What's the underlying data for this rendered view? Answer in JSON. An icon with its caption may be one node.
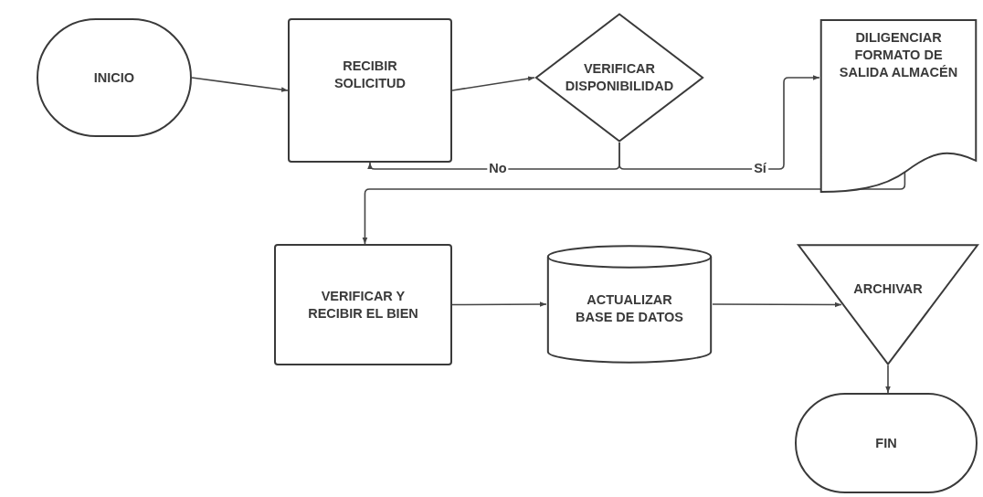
{
  "diagram": {
    "nodes": [
      {
        "text": [
          "INICIO"
        ]
      },
      {
        "text": [
          "RECIBIR SOLICITUD"
        ]
      },
      {
        "text": [
          "VERIFICAR DISPONIBILIDAD"
        ]
      },
      {
        "text": [
          "DILIGENCIAR FORMATO DE SALIDA ALMACÉN"
        ]
      },
      {
        "text": [
          "VERIFICAR Y RECIBIR EL BIEN"
        ]
      },
      {
        "text": [
          "ACTUALIZAR BASE DE DATOS"
        ]
      },
      {
        "text": [
          "ARCHIVAR"
        ]
      },
      {
        "text": [
          "FIN"
        ]
      }
    ],
    "edges": [
      {
        "from": 0,
        "to": 1,
        "arrow": "to"
      },
      {
        "from": 1,
        "to": 2,
        "arrow": "to"
      },
      {
        "from": 2,
        "to": 1,
        "arrow": "to",
        "label": "No"
      },
      {
        "from": 2,
        "to": 3,
        "arrow": "to",
        "label": "Sí"
      },
      {
        "from": 3,
        "to": 4,
        "arrow": "to"
      },
      {
        "from": 4,
        "to": 5,
        "arrow": "to"
      },
      {
        "from": 5,
        "to": 6,
        "arrow": "to"
      },
      {
        "from": 6,
        "to": 7,
        "arrow": "to"
      }
    ]
  }
}
